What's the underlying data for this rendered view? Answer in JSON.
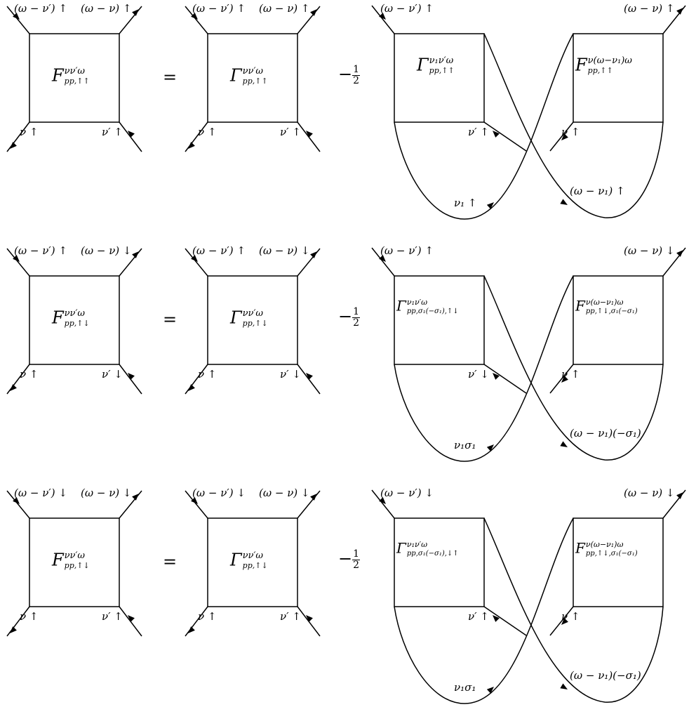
{
  "rows": [
    {
      "lhs": {
        "symbol": "F",
        "sup": "νν′ω",
        "sub": "pp,↑↑",
        "top_left": "(ω − ν′) ↑",
        "top_right": "(ω − ν) ↑",
        "bottom_left": "ν ↑",
        "bottom_right": "ν′ ↑"
      },
      "equals": "=",
      "rhs1": {
        "symbol": "Γ",
        "sup": "νν′ω",
        "sub": "pp,↑↑",
        "top_left": "(ω − ν′) ↑",
        "top_right": "(ω − ν) ↑",
        "bottom_left": "ν ↑",
        "bottom_right": "ν′ ↑"
      },
      "minus": "−",
      "frac_num": "1",
      "frac_den": "2",
      "ladder": {
        "top_left": "(ω − ν′) ↑",
        "top_right": "(ω − ν) ↑",
        "box1_symbol": "Γ",
        "box1_sup": "ν₁ν′ω",
        "box1_sub": "pp,↑↑",
        "box2_symbol": "F",
        "box2_sup": "ν(ω−ν₁)ω",
        "box2_sub": "pp,↑↑",
        "ext_in_right": "ν′ ↑",
        "ext_in_left": "ν ↑",
        "prop1": "ν₁ ↑",
        "prop2": "(ω − ν₁) ↑"
      }
    },
    {
      "lhs": {
        "symbol": "F",
        "sup": "νν′ω",
        "sub": "pp,↑↓",
        "top_left": "(ω − ν′) ↑",
        "top_right": "(ω − ν) ↓",
        "bottom_left": "ν ↑",
        "bottom_right": "ν′ ↓"
      },
      "equals": "=",
      "rhs1": {
        "symbol": "Γ",
        "sup": "νν′ω",
        "sub": "pp,↑↓",
        "top_left": "(ω − ν′) ↑",
        "top_right": "(ω − ν) ↓",
        "bottom_left": "ν ↑",
        "bottom_right": "ν′ ↓"
      },
      "minus": "−",
      "frac_num": "1",
      "frac_den": "2",
      "ladder": {
        "top_left": "(ω − ν′) ↑",
        "top_right": "(ω − ν) ↓",
        "box1_symbol": "Γ",
        "box1_sup": "ν₁ν′ω",
        "box1_sub": "pp,σ₁(−σ₁),↑↓",
        "box2_symbol": "F",
        "box2_sup": "ν(ω−ν₁)ω",
        "box2_sub": "pp,↑↓,σ₁(−σ₁)",
        "ext_in_right": "ν′ ↓",
        "ext_in_left": "ν ↑",
        "prop1": "ν₁σ₁",
        "prop2": "(ω − ν₁)(−σ₁)"
      }
    },
    {
      "lhs": {
        "symbol": "F",
        "sup": "νν′ω",
        "sub": "pp,↑↓",
        "top_left": "(ω − ν′) ↓",
        "top_right": "(ω − ν) ↓",
        "bottom_left": "ν ↑",
        "bottom_right": "ν′ ↑"
      },
      "equals": "=",
      "rhs1": {
        "symbol": "Γ",
        "sup": "νν′ω",
        "sub": "pp,↑↓",
        "top_left": "(ω − ν′) ↓",
        "top_right": "(ω − ν) ↓",
        "bottom_left": "ν ↑",
        "bottom_right": "ν′ ↑"
      },
      "minus": "−",
      "frac_num": "1",
      "frac_den": "2",
      "ladder": {
        "top_left": "(ω − ν′) ↓",
        "top_right": "(ω − ν) ↓",
        "box1_symbol": "Γ",
        "box1_sup": "ν₁ν′ω",
        "box1_sub": "pp,σ₁(−σ₁),↓↑",
        "box2_symbol": "F",
        "box2_sup": "ν(ω−ν₁)ω",
        "box2_sub": "pp,↑↓,σ₁(−σ₁)",
        "ext_in_right": "ν′ ↑",
        "ext_in_left": "ν ↑",
        "prop1": "ν₁σ₁",
        "prop2": "(ω − ν₁)(−σ₁)"
      }
    }
  ]
}
